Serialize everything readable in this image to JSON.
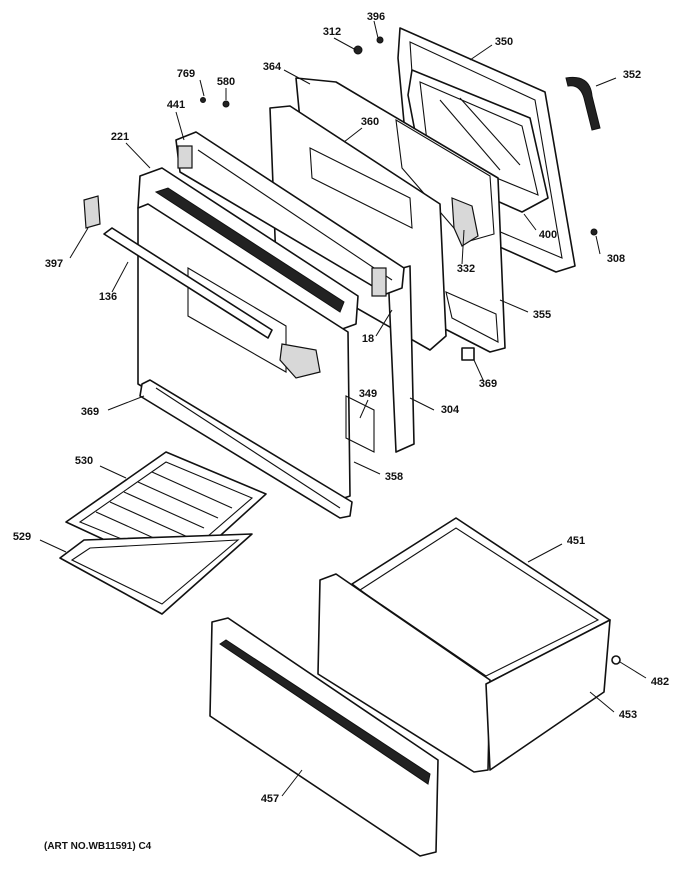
{
  "callouts": {
    "c396": "396",
    "c312": "312",
    "c350": "350",
    "c352": "352",
    "c364": "364",
    "c769": "769",
    "c580": "580",
    "c441": "441",
    "c360": "360",
    "c221": "221",
    "c400": "400",
    "c308": "308",
    "c397": "397",
    "c332": "332",
    "c136": "136",
    "c355": "355",
    "c18": "18",
    "c369a": "369",
    "c349": "349",
    "c304": "304",
    "c369b": "369",
    "c358": "358",
    "c530": "530",
    "c451": "451",
    "c529": "529",
    "c482": "482",
    "c453": "453",
    "c457": "457"
  },
  "caption": "(ART NO.WB11591) C4"
}
